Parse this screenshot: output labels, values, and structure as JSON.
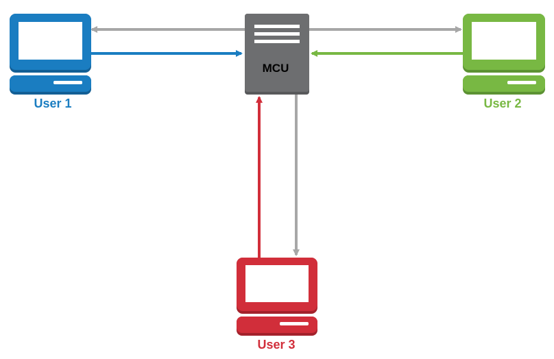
{
  "mcu": {
    "label": "MCU",
    "color": "#6d6e70"
  },
  "users": [
    {
      "id": "user-1",
      "label": "User 1",
      "color": "#1a7dc1"
    },
    {
      "id": "user-2",
      "label": "User 2",
      "color": "#78b843"
    },
    {
      "id": "user-3",
      "label": "User 3",
      "color": "#d12e3a"
    }
  ],
  "connections": [
    {
      "from": "MCU",
      "to": "User 1",
      "color": "#a7a7a7"
    },
    {
      "from": "User 1",
      "to": "MCU",
      "color": "#1a7dc1"
    },
    {
      "from": "MCU",
      "to": "User 2",
      "color": "#a7a7a7"
    },
    {
      "from": "User 2",
      "to": "MCU",
      "color": "#78b843"
    },
    {
      "from": "MCU",
      "to": "User 3",
      "color": "#a7a7a7"
    },
    {
      "from": "User 3",
      "to": "MCU",
      "color": "#d12e3a"
    }
  ]
}
